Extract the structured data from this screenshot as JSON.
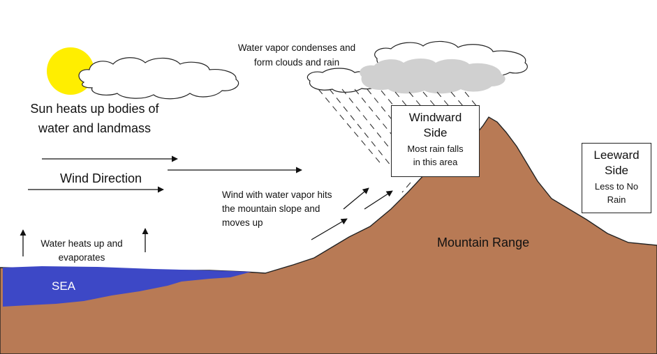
{
  "labels": {
    "condense_line1": "Water vapor condenses and",
    "condense_line2": "form clouds and rain",
    "sun_line1": "Sun heats up bodies of",
    "sun_line2": "water and landmass",
    "wind_direction": "Wind Direction",
    "slope_line1": "Wind with water vapor hits",
    "slope_line2": "the mountain slope and",
    "slope_line3": "moves up",
    "evap_line1": "Water heats up and",
    "evap_line2": "evaporates",
    "sea": "SEA",
    "mountain_range": "Mountain Range"
  },
  "windward_box": {
    "title_line1": "Windward",
    "title_line2": "Side",
    "desc_line1": "Most rain falls",
    "desc_line2": "in this area"
  },
  "leeward_box": {
    "title_line1": "Leeward",
    "title_line2": "Side",
    "desc_line1": "Less to No",
    "desc_line2": "Rain"
  },
  "colors": {
    "sun": "#ffee00",
    "sea": "#3d48c6",
    "land": "#b87a55",
    "rain_cloud": "#d0d0d0",
    "outline": "#222222"
  }
}
